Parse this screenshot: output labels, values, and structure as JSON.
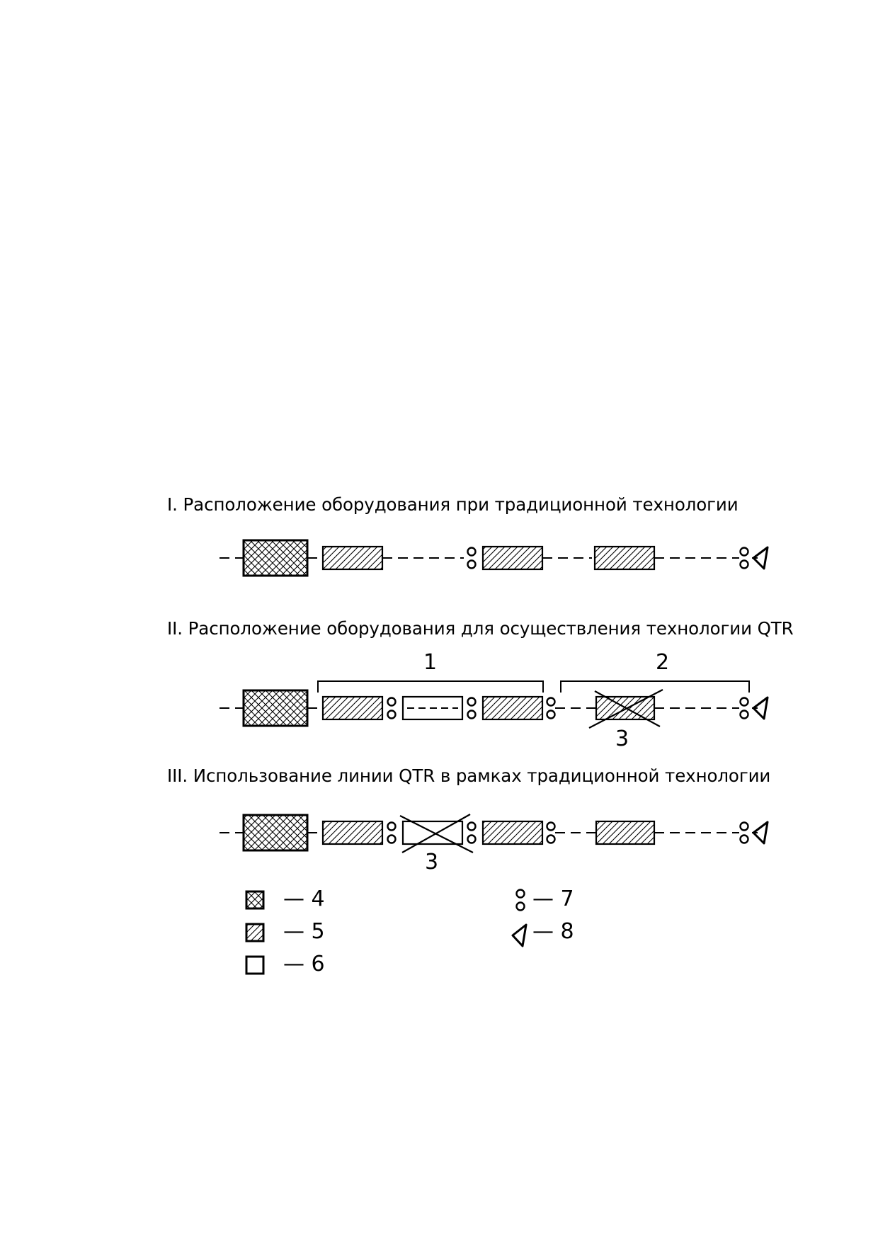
{
  "sections": [
    {
      "title": "I. Расположение оборудования при традиционной технологии"
    },
    {
      "title": "II. Расположение оборудования для осуществления технологии QTR"
    },
    {
      "title": "III. Использование линии QTR в рамках традиционной технологии"
    }
  ],
  "bracket_labels": [
    "1",
    "2"
  ],
  "cross_label": "3",
  "legend": [
    {
      "symbol": "crosshatch",
      "label": "4"
    },
    {
      "symbol": "diagonal",
      "label": "5"
    },
    {
      "symbol": "empty",
      "label": "6"
    },
    {
      "symbol": "double-circle",
      "label": "7"
    },
    {
      "symbol": "flag",
      "label": "8"
    }
  ]
}
